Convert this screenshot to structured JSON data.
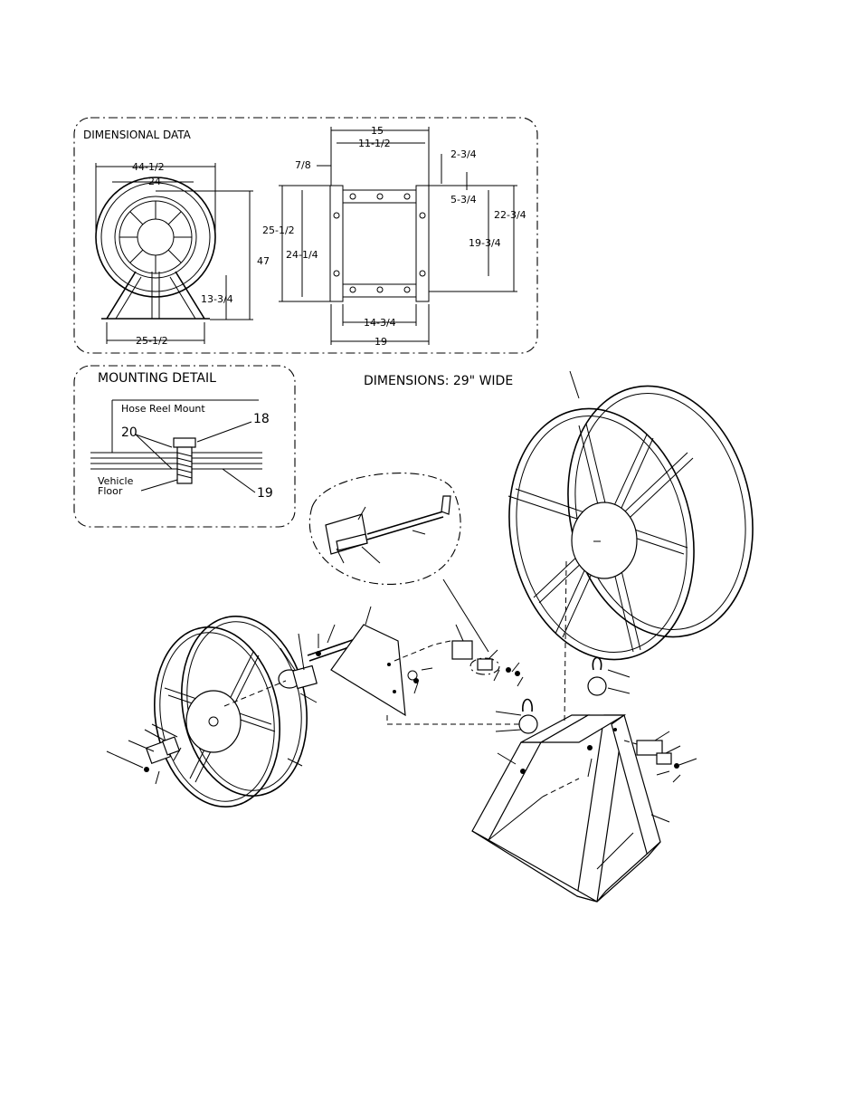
{
  "dimensional_data": {
    "title": "DIMENSIONAL  DATA",
    "side_view": {
      "overall_width": "44-1/2",
      "hub_width": "24",
      "height": "47",
      "leg_height": "13-3/4",
      "base_width": "25-1/2"
    },
    "top_view": {
      "overall_width_top": "15",
      "inner_width": "11-1/2",
      "side_offset": "7/8",
      "right_offset": "2-3/4",
      "hole_offset": "5-3/4",
      "overall_depth": "22-3/4",
      "inner_depth": "19-3/4",
      "left_depth": "25-1/2",
      "left_inner_depth": "24-1/4",
      "bottom_inner_width": "14-3/4",
      "bottom_overall_width": "19"
    }
  },
  "mounting_detail": {
    "title": "MOUNTING  DETAIL",
    "mount_label": "Hose  Reel  Mount",
    "floor_label_1": "Vehicle",
    "floor_label_2": "Floor",
    "callout_18": "18",
    "callout_20": "20",
    "callout_19": "19"
  },
  "dimensions_note": "DIMENSIONS:   29\" WIDE"
}
